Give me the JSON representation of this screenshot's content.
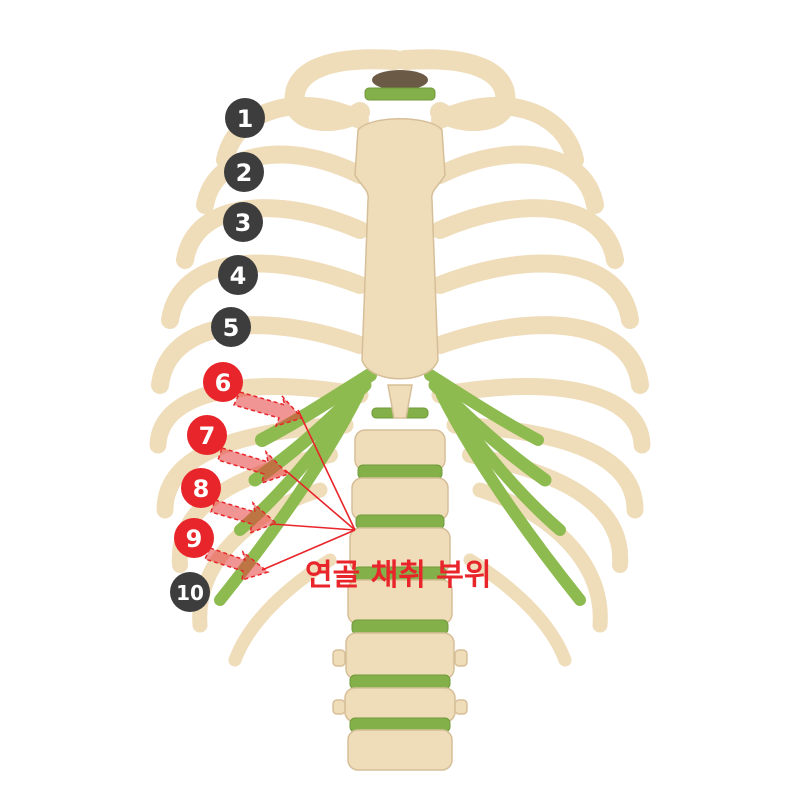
{
  "markers": [
    {
      "label": "1",
      "style": "dark"
    },
    {
      "label": "2",
      "style": "dark"
    },
    {
      "label": "3",
      "style": "dark"
    },
    {
      "label": "4",
      "style": "dark"
    },
    {
      "label": "5",
      "style": "dark"
    },
    {
      "label": "6",
      "style": "red"
    },
    {
      "label": "7",
      "style": "red"
    },
    {
      "label": "8",
      "style": "red"
    },
    {
      "label": "9",
      "style": "red"
    },
    {
      "label": "10",
      "style": "dark"
    }
  ],
  "caption": "연골 채취 부위",
  "colors": {
    "bone": "#efdcb9",
    "cartilage": "#8dbb4f",
    "marker_dark": "#3d3d3d",
    "marker_red": "#e8252a",
    "caption": "#e8252a"
  }
}
